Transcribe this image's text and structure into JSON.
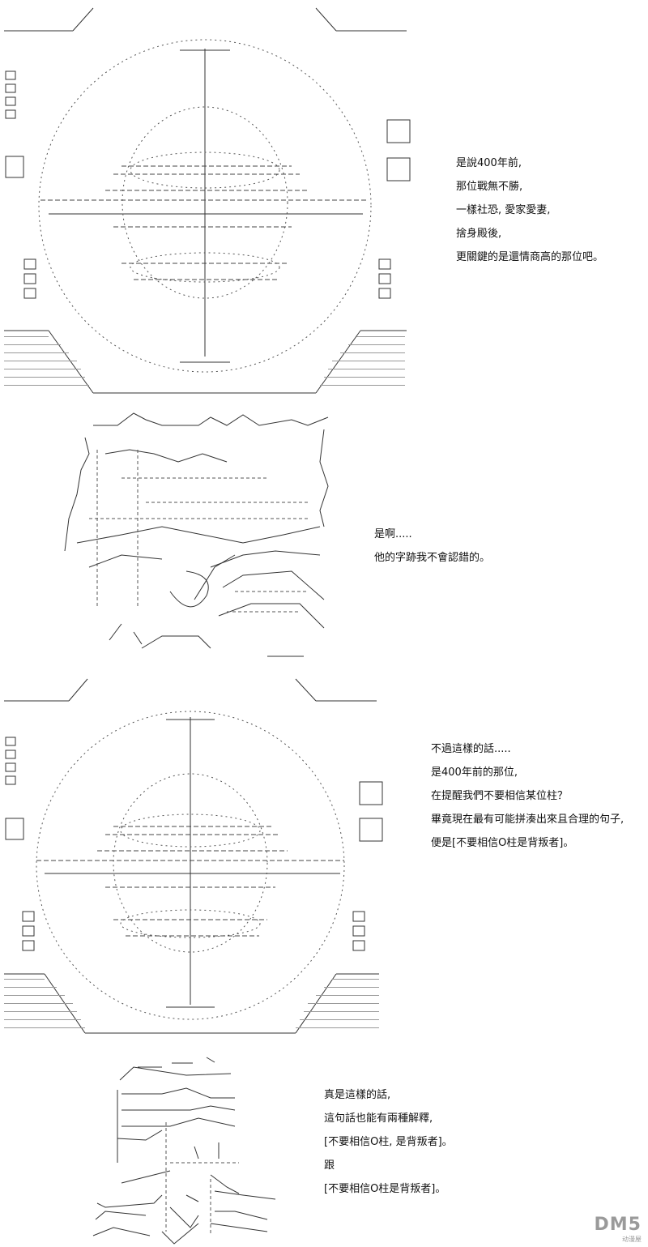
{
  "panels": [
    {
      "lines": [
        "是說400年前,",
        "那位戰無不勝,",
        "一樣社恐, 愛家愛妻,",
        "捨身殿後,",
        "更關鍵的是還情商高的那位吧。"
      ]
    },
    {
      "lines": [
        "是啊.....",
        "他的字跡我不會認錯的。"
      ]
    },
    {
      "lines": [
        "不過這樣的話.....",
        "是400年前的那位,",
        "在提醒我們不要相信某位柱？",
        "畢竟現在最有可能拼湊出來且合理的句子,",
        "便是[不要相信O柱是背叛者]。"
      ]
    },
    {
      "lines": [
        "真是這樣的話,",
        "這句話也能有兩種解釋,",
        "[不要相信O柱, 是背叛者]。",
        "跟",
        "[不要相信O柱是背叛者]。"
      ]
    }
  ],
  "watermark": {
    "logo": "DM5",
    "sub": "动漫屋"
  }
}
